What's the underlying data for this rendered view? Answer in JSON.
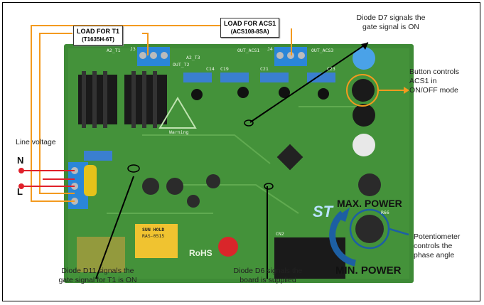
{
  "annotations": {
    "load_t1": {
      "title": "LOAD FOR T1",
      "part": "(T1635H-6T)"
    },
    "load_acs1": {
      "title": "LOAD FOR ACS1",
      "part": "(ACS108-8SA)"
    },
    "diode_d7": "Diode D7 signals  the gate signal is ON",
    "button": "Button controls ACS1 in ON/OFF mode",
    "line_voltage": "Line voltage",
    "n": "N",
    "l": "L",
    "max_power": "MAX. POWER",
    "min_power": "MIN. POWER",
    "potentiometer": "Potentiometer controls the phase angle",
    "diode_d11": "Diode D11 signals  the gate signal for T1 is ON",
    "diode_d6": "Diode D6 signals  the board is supplied"
  },
  "board_markings": [
    "A2_T1",
    "J3",
    "A2_T3",
    "OUT_T2",
    "OUT_ACS1",
    "J4",
    "OUT_ACS3",
    "C14",
    "C19",
    "C21",
    "C23",
    "Warning",
    "RoHS",
    "SUN HOLD",
    "RAS-0515",
    "CN2",
    "R66",
    "ST"
  ],
  "colors": {
    "board": "#3e8a36",
    "callout": "#f39a1f",
    "arrow_blue": "#1d5fa3",
    "terminal": "#2a86d8",
    "point": "#e0202a"
  }
}
